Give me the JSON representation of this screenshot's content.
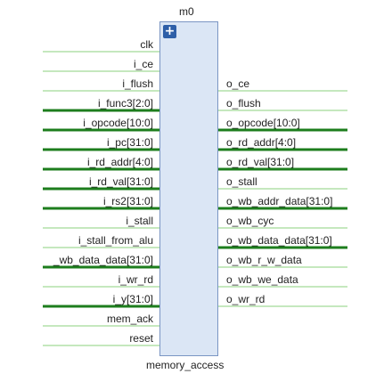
{
  "instance_name": "m0",
  "module_name": "memory_access",
  "colors": {
    "wire_single": "#8bd17e",
    "wire_bus": "#1d7d1d",
    "block_fill": "#dbe6f5",
    "block_border": "#7a95c3",
    "expand_button": "#2e5fa8",
    "text": "#222222"
  },
  "expand_icon": "+",
  "inputs": [
    {
      "label": "clk",
      "bus": false
    },
    {
      "label": "i_ce",
      "bus": false
    },
    {
      "label": "i_flush",
      "bus": false
    },
    {
      "label": "i_func3[2:0]",
      "bus": true
    },
    {
      "label": "i_opcode[10:0]",
      "bus": true
    },
    {
      "label": "i_pc[31:0]",
      "bus": true
    },
    {
      "label": "i_rd_addr[4:0]",
      "bus": true
    },
    {
      "label": "i_rd_val[31:0]",
      "bus": true
    },
    {
      "label": "i_rs2[31:0]",
      "bus": true
    },
    {
      "label": "i_stall",
      "bus": false
    },
    {
      "label": "i_stall_from_alu",
      "bus": false
    },
    {
      "label": "_wb_data_data[31:0]",
      "bus": true
    },
    {
      "label": "i_wr_rd",
      "bus": false
    },
    {
      "label": "i_y[31:0]",
      "bus": true
    },
    {
      "label": "mem_ack",
      "bus": false
    },
    {
      "label": "reset",
      "bus": false
    }
  ],
  "outputs": [
    {
      "label": "o_ce",
      "bus": false
    },
    {
      "label": "o_flush",
      "bus": false
    },
    {
      "label": "o_opcode[10:0]",
      "bus": true
    },
    {
      "label": "o_rd_addr[4:0]",
      "bus": true
    },
    {
      "label": "o_rd_val[31:0]",
      "bus": true
    },
    {
      "label": "o_stall",
      "bus": false
    },
    {
      "label": "o_wb_addr_data[31:0]",
      "bus": true
    },
    {
      "label": "o_wb_cyc",
      "bus": false
    },
    {
      "label": "o_wb_data_data[31:0]",
      "bus": true
    },
    {
      "label": "o_wb_r_w_data",
      "bus": false
    },
    {
      "label": "o_wb_we_data",
      "bus": false
    },
    {
      "label": "o_wr_rd",
      "bus": false
    }
  ]
}
